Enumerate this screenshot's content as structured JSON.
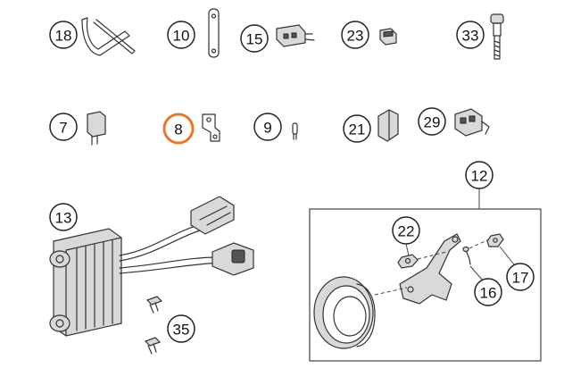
{
  "callouts": {
    "c18": "18",
    "c10": "10",
    "c15": "15",
    "c23": "23",
    "c33": "33",
    "c7": "7",
    "c8": "8",
    "c9": "9",
    "c21": "21",
    "c29": "29",
    "c12": "12",
    "c13": "13",
    "c22": "22",
    "c17": "17",
    "c16": "16",
    "c35": "35"
  },
  "highlight_callout": "8",
  "colors": {
    "highlight": "#e8772e",
    "line": "#333333",
    "part_fill": "#d9d9d9"
  }
}
